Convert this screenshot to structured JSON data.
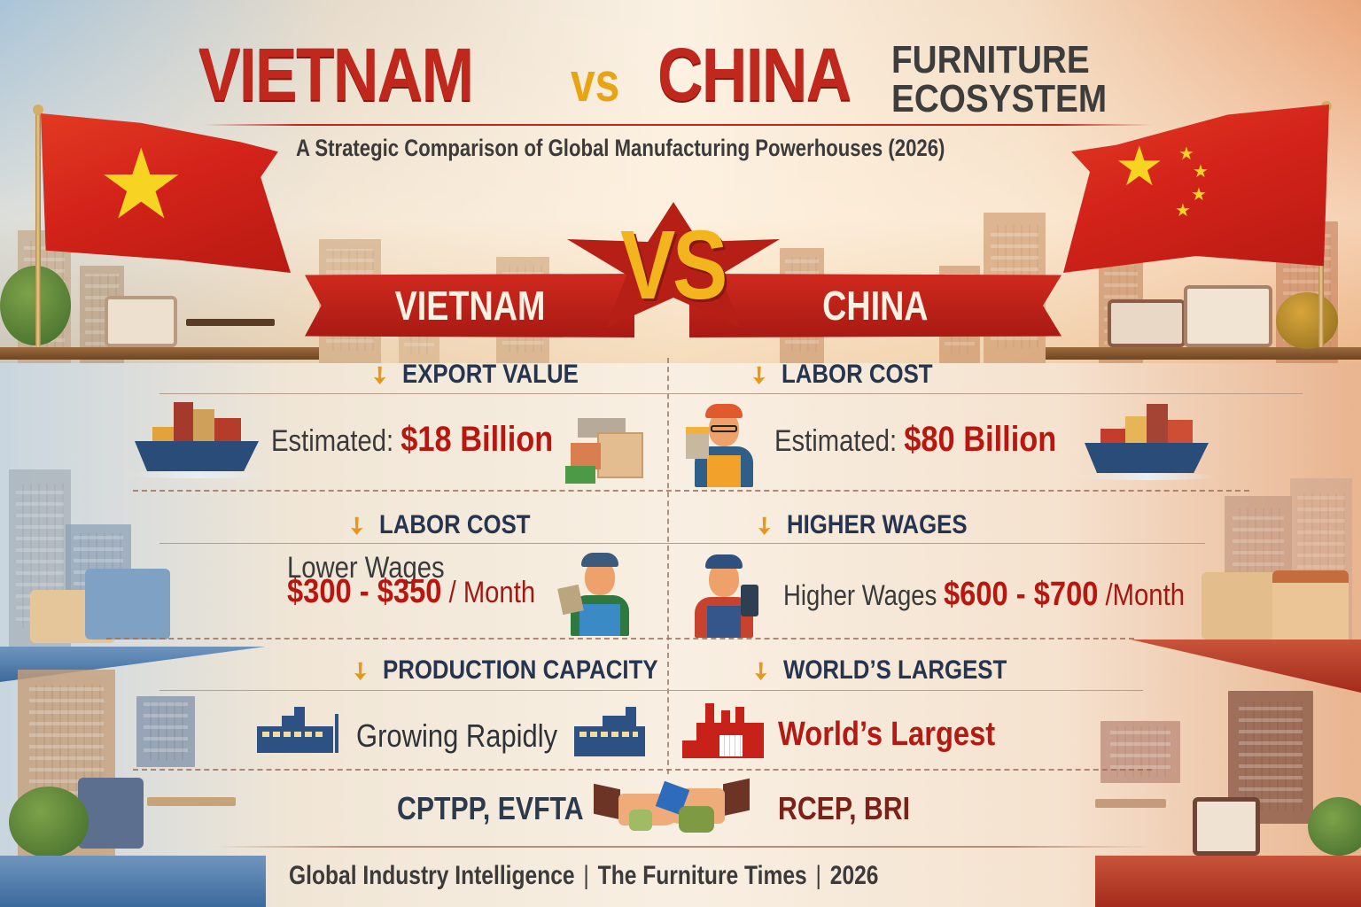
{
  "header": {
    "title_vietnam": "VIETNAM",
    "title_vs": "vs",
    "title_china": "CHINA",
    "title_line1": "FURNITURE",
    "title_line2": "ECOSYSTEM",
    "subtitle": "A Strategic Comparison of Global Manufacturing Powerhouses (2026)"
  },
  "versus": {
    "badge": "VS",
    "left_label": "VIETNAM",
    "right_label": "CHINA"
  },
  "flags": {
    "left": "vietnam-flag",
    "right": "china-flag"
  },
  "rows": [
    {
      "left": {
        "heading": "EXPORT VALUE",
        "prefix": "Estimated: ",
        "value": "$18 Billion",
        "icons": [
          "cargo-ship-icon",
          "shipping-boxes-icon"
        ]
      },
      "right": {
        "heading": "LABOR COST",
        "prefix": "Estimated: ",
        "value": "$80 Billion",
        "icons": [
          "worker-with-box-icon",
          "cargo-ship-icon"
        ]
      }
    },
    {
      "left": {
        "heading": "LABOR COST",
        "line1": "Lower Wages",
        "value": "$300 - $350",
        "suffix": " / Month",
        "icons": [
          "worker-with-cash-icon"
        ]
      },
      "right": {
        "heading": "HIGHER WAGES",
        "prefix": "Higher Wages ",
        "value": "$600 - $700",
        "suffix": " /Month",
        "icons": [
          "worker-with-bag-icon"
        ]
      }
    },
    {
      "left": {
        "heading": "PRODUCTION CAPACITY",
        "value": "Growing Rapidly",
        "icons": [
          "factory-blue-icon",
          "factory-blue-icon"
        ]
      },
      "right": {
        "heading": "WORLD’S LARGEST",
        "value": "World’s Largest",
        "icons": [
          "factory-red-icon"
        ]
      }
    }
  ],
  "trade": {
    "left": "CPTPP, EVFTA",
    "right": "RCEP, BRI",
    "icon": "handshake-icon"
  },
  "footer": {
    "part1": "Global Industry Intelligence",
    "part2": "The Furniture Times",
    "part3": "2026",
    "separator": "|"
  },
  "colors": {
    "title_red": "#c0281d",
    "vs_gold": "#eaa312",
    "heading_navy": "#25344f",
    "value_red": "#b8160f",
    "arrow_orange": "#e4971c",
    "vietnam_blue": "#3c6a9d",
    "china_red": "#a42b1c"
  }
}
